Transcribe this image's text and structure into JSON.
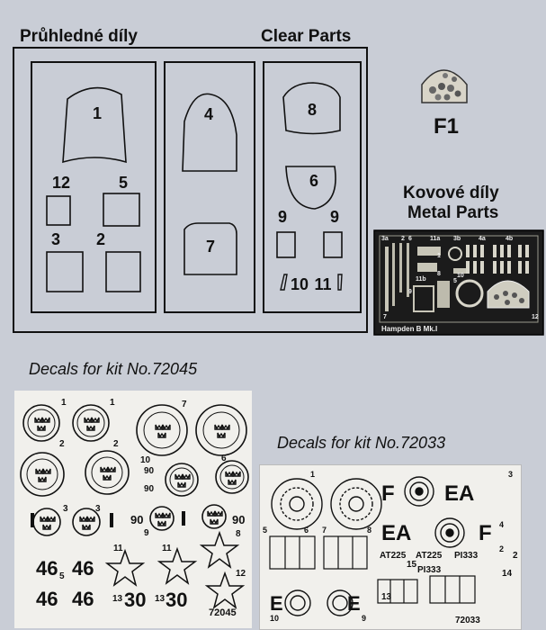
{
  "clear_parts": {
    "title_cz": "Průhledné díly",
    "title_en": "Clear Parts",
    "panel1": [
      "1",
      "12",
      "5",
      "3",
      "2"
    ],
    "panel2": [
      "4",
      "7"
    ],
    "panel3": [
      "8",
      "6",
      "9",
      "9",
      "10",
      "11"
    ]
  },
  "fret": {
    "code": "F1",
    "metal_cz": "Kovové díly",
    "metal_en": "Metal Parts",
    "labels": [
      "3a",
      "2",
      "6",
      "11a",
      "3b",
      "4a",
      "4b",
      "1",
      "11b",
      "8",
      "5",
      "9",
      "10",
      "7",
      "12"
    ],
    "caption": "Hampden B Mk.I"
  },
  "decals_72045": {
    "title": "Decals for kit No.72045",
    "labels": [
      "1",
      "1",
      "7",
      "2",
      "2",
      "10",
      "90",
      "90",
      "6",
      "3",
      "3",
      "90",
      "90",
      "11",
      "11",
      "46",
      "5",
      "46",
      "46",
      "46",
      "13",
      "30",
      "13",
      "30",
      "12",
      "9",
      "8",
      "72045"
    ]
  },
  "decals_72033": {
    "title": "Decals for kit No.72033",
    "labels": [
      "1",
      "2",
      "3",
      "4",
      "5",
      "6",
      "7",
      "8",
      "9",
      "10",
      "F",
      "EA",
      "EA",
      "F",
      "AT225",
      "AT225",
      "PI333",
      "2",
      "15",
      "PI333",
      "14",
      "13",
      "72033"
    ]
  },
  "colors": {
    "background": "#c9cdd6",
    "ink": "#111111"
  }
}
